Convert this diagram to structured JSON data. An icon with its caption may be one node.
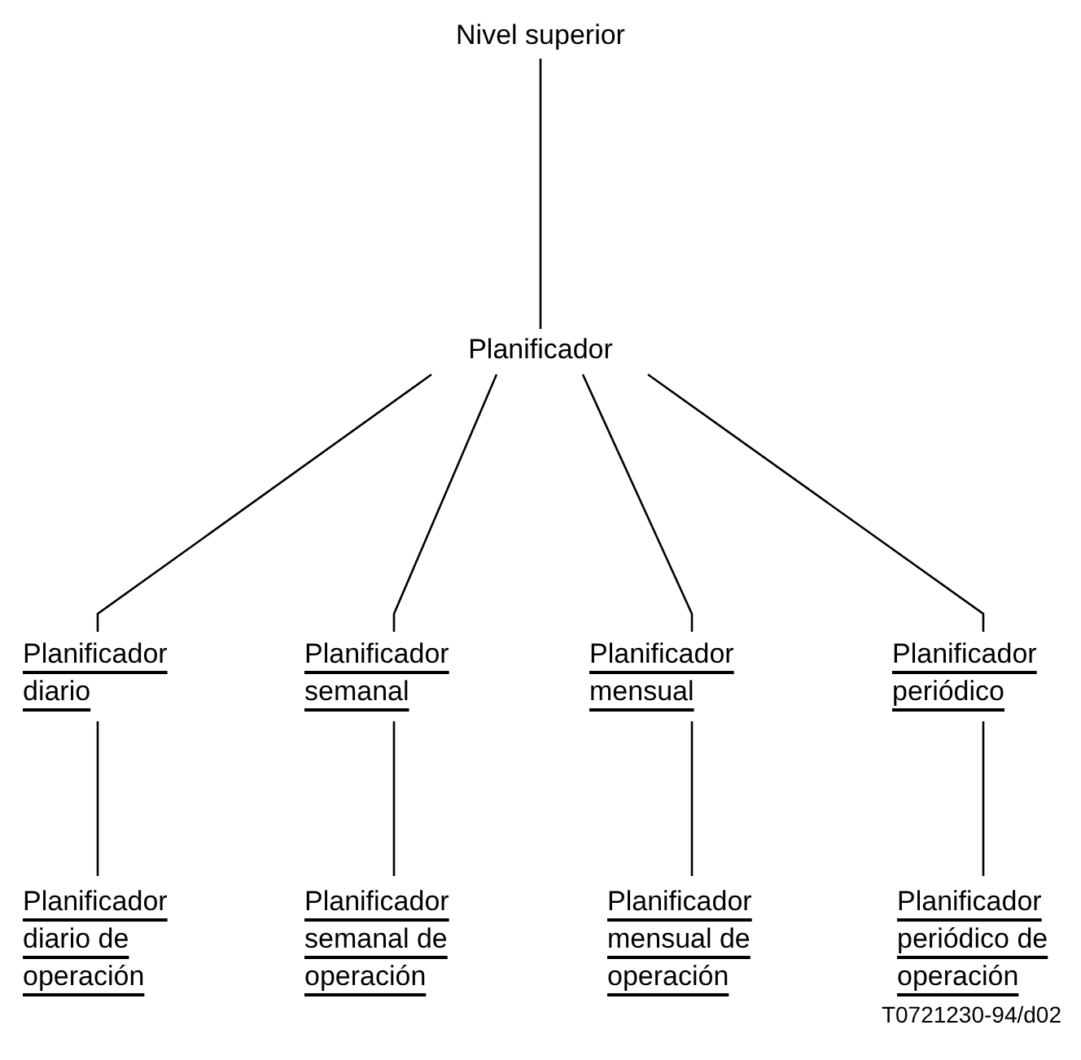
{
  "diagram": {
    "nodes": [
      {
        "text": [
          "Nivel superior"
        ]
      },
      {
        "text": [
          "Planificador"
        ]
      },
      {
        "text": [
          "Planificador diario"
        ]
      },
      {
        "text": [
          "Planificador semanal"
        ]
      },
      {
        "text": [
          "Planificador mensual"
        ]
      },
      {
        "text": [
          "Planificador periódico"
        ]
      },
      {
        "text": [
          "Planificador diario de operación"
        ]
      },
      {
        "text": [
          "Planificador semanal de operación"
        ]
      },
      {
        "text": [
          "Planificador mensual de operación"
        ]
      },
      {
        "text": [
          "Planificador periódico de operación"
        ]
      }
    ],
    "edges": [
      {
        "from": 0,
        "to": 1,
        "arrow": "none"
      },
      {
        "from": 1,
        "to": 2,
        "arrow": "none"
      },
      {
        "from": 1,
        "to": 3,
        "arrow": "none"
      },
      {
        "from": 1,
        "to": 4,
        "arrow": "none"
      },
      {
        "from": 1,
        "to": 5,
        "arrow": "none"
      },
      {
        "from": 2,
        "to": 6,
        "arrow": "none"
      },
      {
        "from": 3,
        "to": 7,
        "arrow": "none"
      },
      {
        "from": 4,
        "to": 8,
        "arrow": "none"
      },
      {
        "from": 5,
        "to": 9,
        "arrow": "none"
      }
    ],
    "labels": [
      "T0721230-94/d02"
    ]
  }
}
